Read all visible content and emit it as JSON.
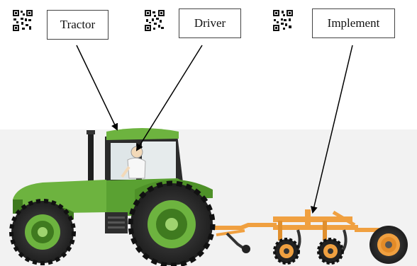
{
  "labels": {
    "tractor": "Tractor",
    "driver": "Driver",
    "implement": "Implement"
  },
  "colors": {
    "tractor_green": "#6db33f",
    "tractor_dark": "#3f7a1f",
    "implement_orange": "#f0a040",
    "tire": "#2d2d2d",
    "ground": "#f3f3f3",
    "arrow": "#000000"
  },
  "icons": [
    "qr-code-icon",
    "qr-code-icon",
    "qr-code-icon"
  ]
}
